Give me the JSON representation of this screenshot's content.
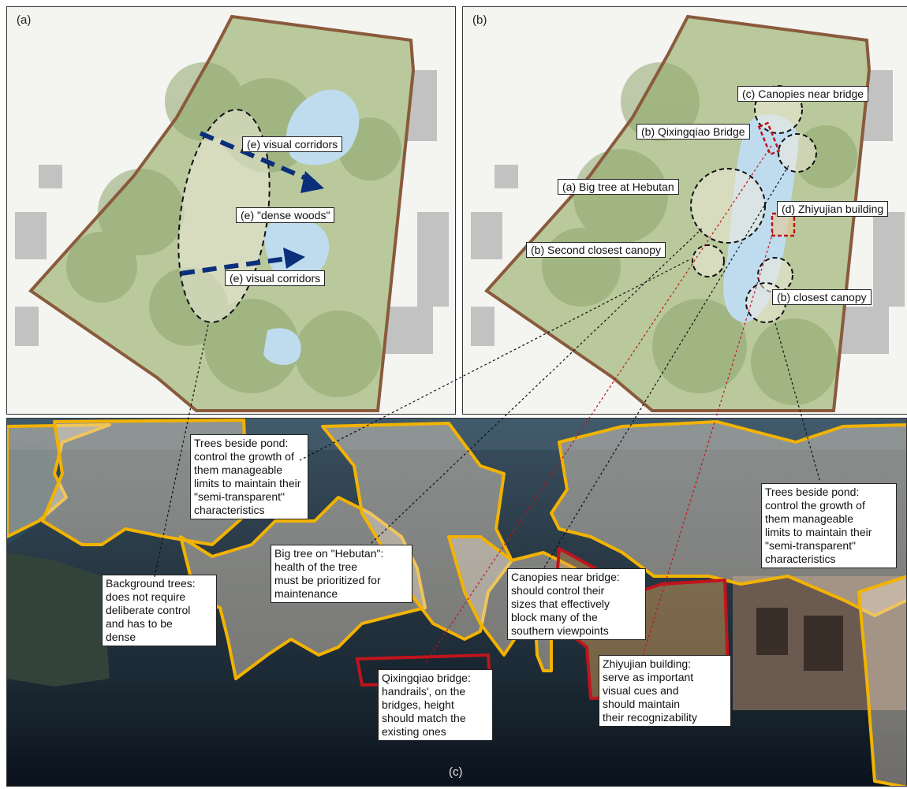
{
  "panels": {
    "a": {
      "label": "(a)"
    },
    "b": {
      "label": "(b)"
    },
    "c": {
      "label": "(c)"
    }
  },
  "panel_a_labels": {
    "corridor_top": "(e) visual corridors",
    "dense_woods": "(e) \"dense woods\"",
    "corridor_bottom": "(e) visual corridors"
  },
  "panel_b_labels": {
    "canopies_near_bridge": "(c) Canopies near bridge",
    "qixingqiao_bridge": "(b) Qixingqiao Bridge",
    "big_tree": "(a) Big tree at Hebutan",
    "zhiyujian": "(d) Zhiyujian building",
    "second_closest": "(b) Second closest canopy",
    "closest": "(b) closest canopy"
  },
  "notes": {
    "trees_left": [
      "Trees beside pond:",
      "control the growth of",
      "them manageable",
      "limits to maintain their",
      "\"semi-transparent\"",
      "characteristics"
    ],
    "big_tree": [
      "Big tree on \"Hebutan\":",
      "health of the tree",
      "must be prioritized for",
      "maintenance"
    ],
    "background": [
      "Background trees:",
      "does not require",
      "deliberate control",
      "and  has to be",
      "dense"
    ],
    "canopies": [
      "Canopies near bridge:",
      "should control their",
      "sizes that effectively",
      "block many of the",
      "southern viewpoints"
    ],
    "trees_right": [
      "Trees beside pond:",
      "control the growth of",
      "them manageable",
      "limits to maintain their",
      "\"semi-transparent\"",
      "characteristics"
    ],
    "bridge": [
      "Qixingqiao bridge:",
      "handrails', on the",
      "bridges, height",
      "should match the",
      "existing ones"
    ],
    "zhiyujian": [
      "Zhiyujian building:",
      "serve as important",
      "visual cues and",
      "should maintain",
      "their recognizability"
    ]
  },
  "colors": {
    "boundary": "#8a5a3c",
    "corridor_arrow": "#0b2f7a",
    "zone_outline": "#f2b300",
    "structure_outline": "#c0141c",
    "water": "#bfdcef",
    "vegetation": "#b7c79a"
  }
}
